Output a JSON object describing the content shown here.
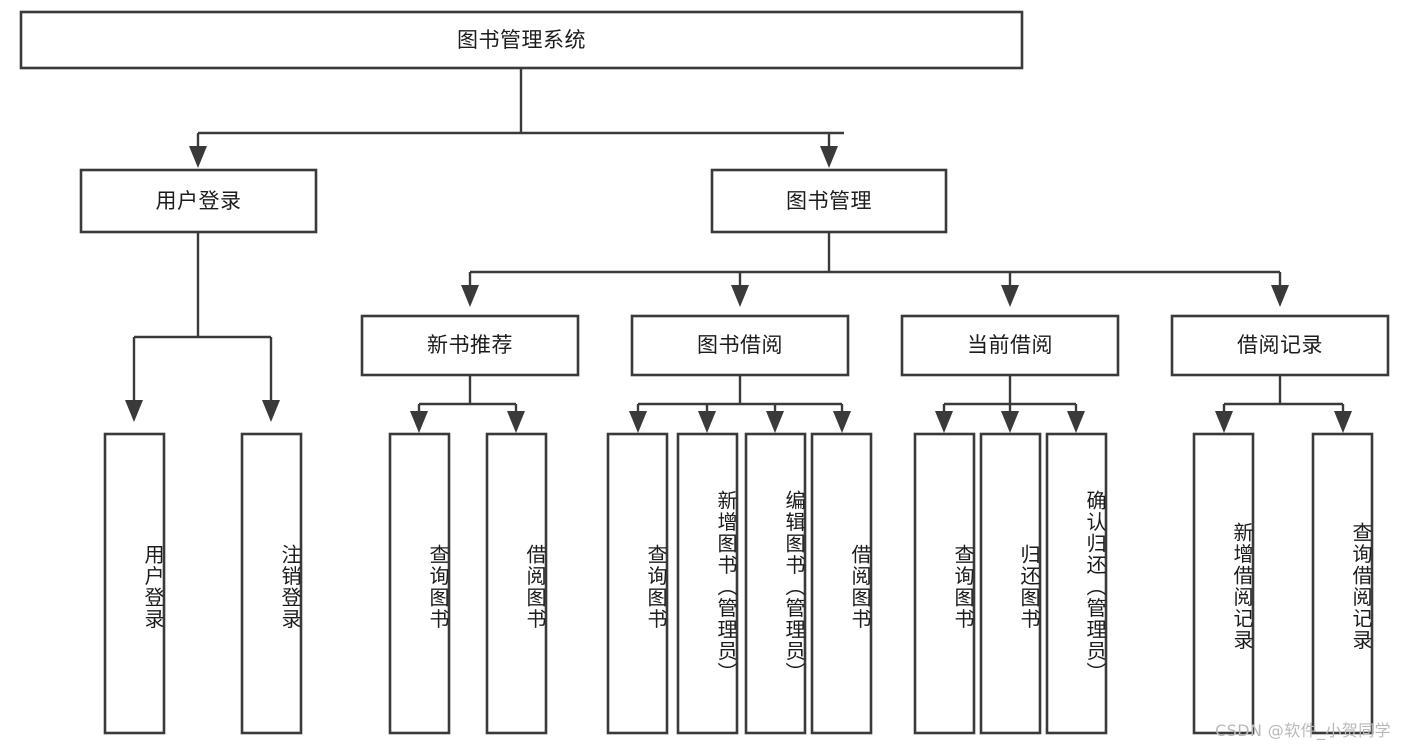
{
  "diagram": {
    "title": "图书管理系统",
    "type": "tree",
    "orientation": "top-down",
    "watermark": "CSDN @软件_小贺同学",
    "colors": {
      "box_stroke": "#3a3a3a",
      "box_fill": "#ffffff",
      "connector": "#3a3a3a",
      "text": "#1c1c1c",
      "watermark": "#b9b9b9",
      "background": "#ffffff"
    },
    "nodes": {
      "root": {
        "label": "图书管理系统"
      },
      "level2": [
        {
          "label": "用户登录"
        },
        {
          "label": "图书管理"
        }
      ],
      "level3": [
        {
          "label": "新书推荐"
        },
        {
          "label": "图书借阅"
        },
        {
          "label": "当前借阅"
        },
        {
          "label": "借阅记录"
        }
      ],
      "leaves": {
        "user_login": [
          {
            "label": "用户登录"
          },
          {
            "label": "注销登录"
          }
        ],
        "new_book_recommend": [
          {
            "label": "查询图书"
          },
          {
            "label": "借阅图书"
          }
        ],
        "book_borrow": [
          {
            "label": "查询图书"
          },
          {
            "label": "新增图书（管理员）"
          },
          {
            "label": "编辑图书（管理员）"
          },
          {
            "label": "借阅图书"
          }
        ],
        "current_borrow": [
          {
            "label": "查询图书"
          },
          {
            "label": "归还图书"
          },
          {
            "label": "确认归还（管理员）"
          }
        ],
        "borrow_record": [
          {
            "label": "新增借阅记录"
          },
          {
            "label": "查询借阅记录"
          }
        ]
      }
    }
  }
}
